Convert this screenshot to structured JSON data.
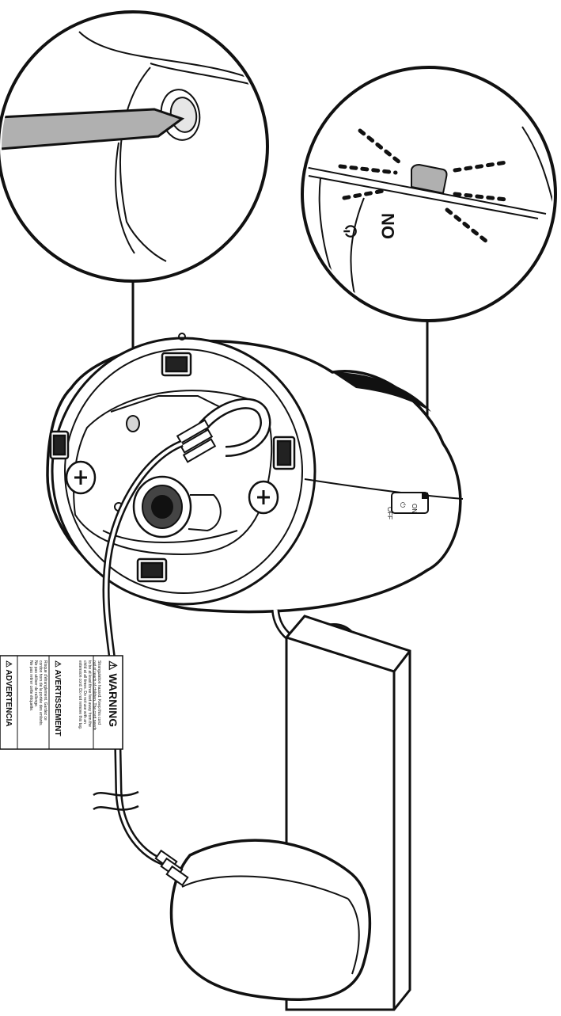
{
  "colors": {
    "line": "#111111",
    "fill_light": "#ffffff",
    "fill_gray": "#b5b5b5",
    "fill_dark": "#222222"
  },
  "zoom_right": {
    "power_symbol": "⏻",
    "on_label": "ON"
  },
  "switch_labels": {
    "off": "OFF",
    "power_symbol": "⏻",
    "on": "ON"
  },
  "warning_tag": {
    "warning_title": "⚠ WARNING",
    "warning_lines": [
      "Strangulation hazard. Keep this cord",
      "out of reach of children. The cord needs",
      "to be at least three feet away from the",
      "child at all times. Do not use with an",
      "extension cord. Do not remove this tag."
    ],
    "avertissement_title": "⚠ AVERTISSEMENT",
    "avertissement_lines": [
      "Risque d'étranglement. Gardez ce",
      "cordon hors de la portée des enfants.",
      "Ne pas utiliser de rallonge.",
      "Ne pas retirer cette étiquette."
    ],
    "advertencia_title": "⚠ ADVERTENCIA"
  }
}
